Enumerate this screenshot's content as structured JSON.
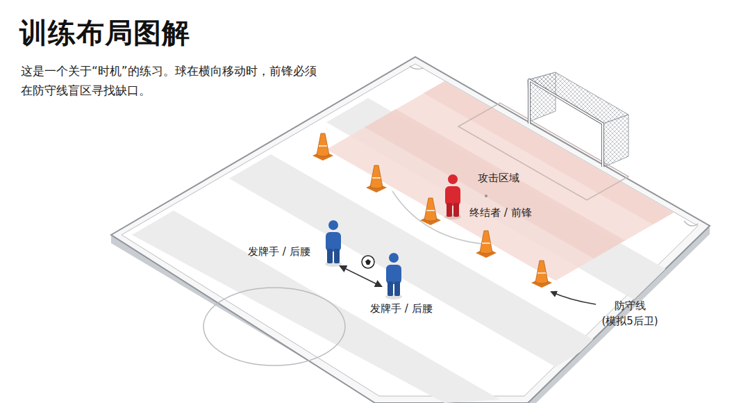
{
  "diagram": {
    "title": "训练布局图解",
    "caption": "这是一个关于“时机”的练习。球在横向移动时，前锋必须在防守线盲区寻找缺口。",
    "labels": [
      "攻击区域",
      "终结者 / 前锋",
      "发牌手 / 后腰",
      "发牌手 / 后腰",
      "防守线 (模拟5后卫)"
    ]
  }
}
